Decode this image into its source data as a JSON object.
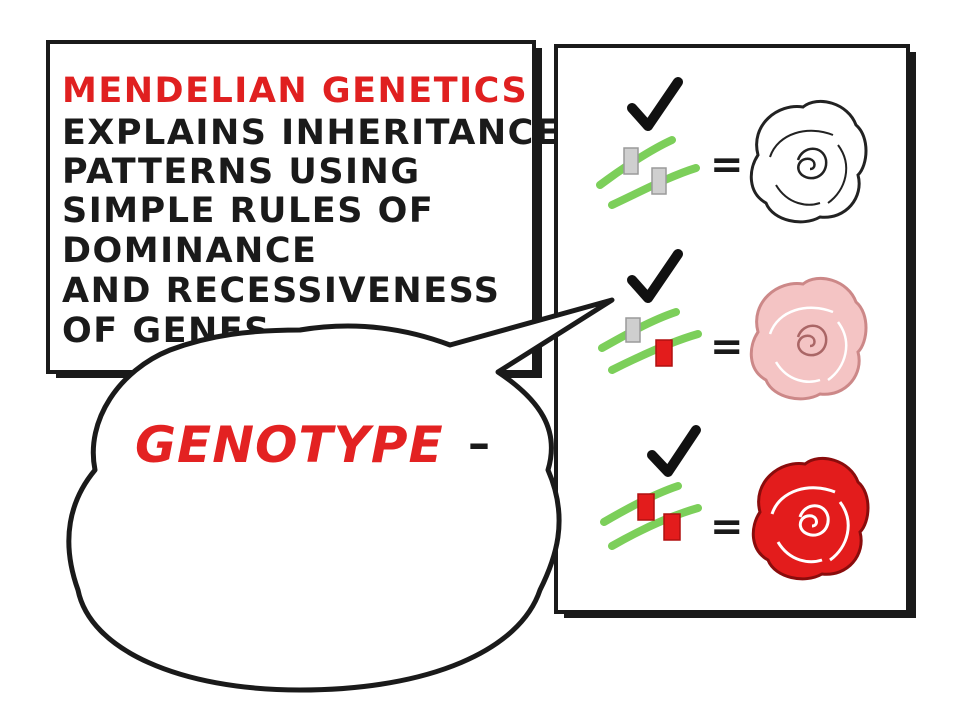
{
  "caption": {
    "title": "MENDELIAN GENETICS",
    "lines": [
      "EXPLAINS INHERITANCE",
      "PATTERNS USING",
      "SIMPLE RULES OF",
      "DOMINANCE",
      "AND RECESSIVENESS",
      "OF GENES"
    ]
  },
  "speech": {
    "text": "GENOTYPE",
    "trailing": "–"
  },
  "rows": [
    {
      "check_icon": "checkmark-icon",
      "alleles": [
        "recessive",
        "recessive"
      ],
      "flower": "white-rose-icon",
      "flower_color": "#ffffff",
      "equals": "="
    },
    {
      "check_icon": "checkmark-icon",
      "alleles": [
        "recessive",
        "dominant"
      ],
      "flower": "pink-rose-icon",
      "flower_color": "#f4c4c4",
      "equals": "="
    },
    {
      "check_icon": "checkmark-icon",
      "alleles": [
        "dominant",
        "dominant"
      ],
      "flower": "red-rose-icon",
      "flower_color": "#e31c1c",
      "equals": "="
    }
  ],
  "colors": {
    "title": "#e02020",
    "genotype": "#e32222",
    "chromosome": "#7ccf5a",
    "recessive_allele": "#cfcfcf",
    "dominant_allele": "#e31c1c"
  }
}
